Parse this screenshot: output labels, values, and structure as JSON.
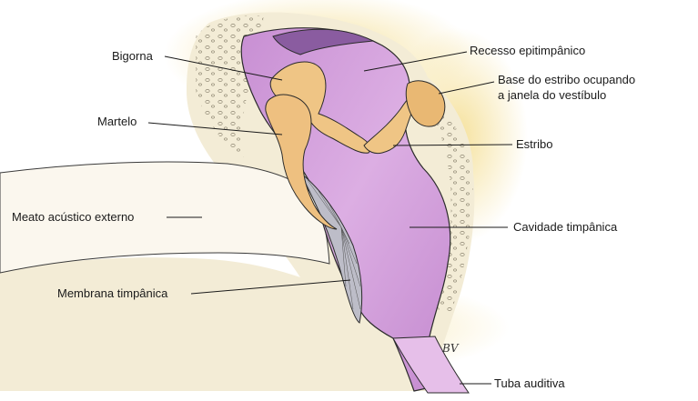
{
  "labels": {
    "bigorna": "Bigorna",
    "martelo": "Martelo",
    "meato": "Meato acústico externo",
    "membrana": "Membrana timpânica",
    "recesso": "Recesso epitimpânico",
    "base_estribo_line1": "Base do estribo ocupando",
    "base_estribo_line2": "a janela do vestíbulo",
    "estribo": "Estribo",
    "cavidade": "Cavidade timpânica",
    "tuba": "Tuba auditiva"
  },
  "signature": "BV",
  "colors": {
    "background": "#ffffff",
    "bone": "#f1ead2",
    "bone_shadow": "#e8d9a6",
    "cavity": "#d9a6e0",
    "cavity_dark": "#b87fc4",
    "cavity_light": "#e9c8ee",
    "ossicle": "#eec485",
    "ossicle_shade": "#d9a35c",
    "membrane": "#b9b9c4",
    "outline": "#2b2b2b"
  }
}
